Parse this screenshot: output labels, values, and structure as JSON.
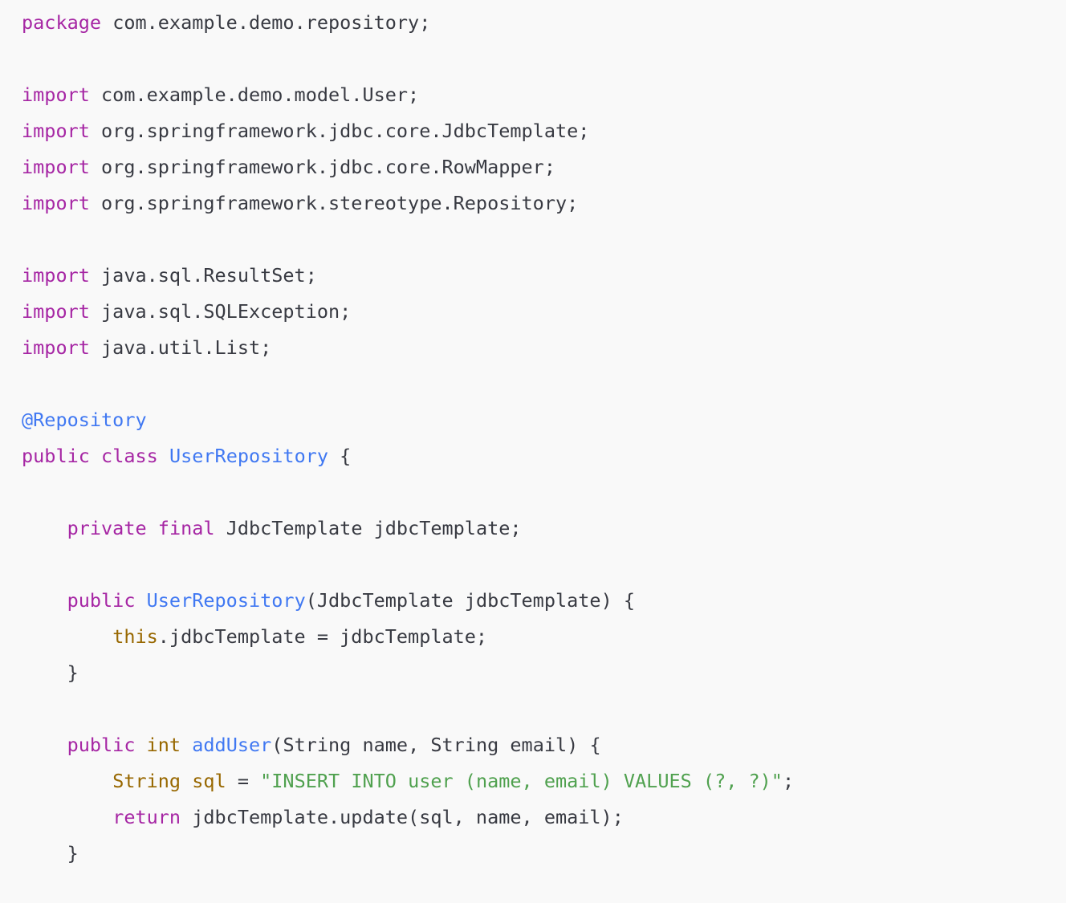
{
  "editor": {
    "language": "java",
    "colors": {
      "background": "#f9f9f9",
      "text": "#383a42",
      "keyword": "#a626a4",
      "type": "#986801",
      "title": "#4078f2",
      "meta": "#4078f2",
      "string": "#50a14f"
    },
    "lines": [
      {
        "tokens": [
          {
            "text": "package",
            "kind": "keyword"
          },
          {
            "text": " com.example.demo.repository;",
            "kind": "plain"
          }
        ]
      },
      {
        "tokens": []
      },
      {
        "tokens": [
          {
            "text": "import",
            "kind": "keyword"
          },
          {
            "text": " com.example.demo.model.User;",
            "kind": "plain"
          }
        ]
      },
      {
        "tokens": [
          {
            "text": "import",
            "kind": "keyword"
          },
          {
            "text": " org.springframework.jdbc.core.JdbcTemplate;",
            "kind": "plain"
          }
        ]
      },
      {
        "tokens": [
          {
            "text": "import",
            "kind": "keyword"
          },
          {
            "text": " org.springframework.jdbc.core.RowMapper;",
            "kind": "plain"
          }
        ]
      },
      {
        "tokens": [
          {
            "text": "import",
            "kind": "keyword"
          },
          {
            "text": " org.springframework.stereotype.Repository;",
            "kind": "plain"
          }
        ]
      },
      {
        "tokens": []
      },
      {
        "tokens": [
          {
            "text": "import",
            "kind": "keyword"
          },
          {
            "text": " java.sql.ResultSet;",
            "kind": "plain"
          }
        ]
      },
      {
        "tokens": [
          {
            "text": "import",
            "kind": "keyword"
          },
          {
            "text": " java.sql.SQLException;",
            "kind": "plain"
          }
        ]
      },
      {
        "tokens": [
          {
            "text": "import",
            "kind": "keyword"
          },
          {
            "text": " java.util.List;",
            "kind": "plain"
          }
        ]
      },
      {
        "tokens": []
      },
      {
        "tokens": [
          {
            "text": "@Repository",
            "kind": "meta"
          }
        ]
      },
      {
        "tokens": [
          {
            "text": "public",
            "kind": "keyword"
          },
          {
            "text": " ",
            "kind": "plain"
          },
          {
            "text": "class",
            "kind": "keyword"
          },
          {
            "text": " ",
            "kind": "plain"
          },
          {
            "text": "UserRepository",
            "kind": "title"
          },
          {
            "text": " {",
            "kind": "plain"
          }
        ]
      },
      {
        "tokens": []
      },
      {
        "tokens": [
          {
            "text": "    ",
            "kind": "plain"
          },
          {
            "text": "private",
            "kind": "keyword"
          },
          {
            "text": " ",
            "kind": "plain"
          },
          {
            "text": "final",
            "kind": "keyword"
          },
          {
            "text": " JdbcTemplate jdbcTemplate;",
            "kind": "plain"
          }
        ]
      },
      {
        "tokens": []
      },
      {
        "tokens": [
          {
            "text": "    ",
            "kind": "plain"
          },
          {
            "text": "public",
            "kind": "keyword"
          },
          {
            "text": " ",
            "kind": "plain"
          },
          {
            "text": "UserRepository",
            "kind": "title"
          },
          {
            "text": "(JdbcTemplate jdbcTemplate) {",
            "kind": "plain"
          }
        ]
      },
      {
        "tokens": [
          {
            "text": "        ",
            "kind": "plain"
          },
          {
            "text": "this",
            "kind": "type"
          },
          {
            "text": ".jdbcTemplate = jdbcTemplate;",
            "kind": "plain"
          }
        ]
      },
      {
        "tokens": [
          {
            "text": "    }",
            "kind": "plain"
          }
        ]
      },
      {
        "tokens": []
      },
      {
        "tokens": [
          {
            "text": "    ",
            "kind": "plain"
          },
          {
            "text": "public",
            "kind": "keyword"
          },
          {
            "text": " ",
            "kind": "plain"
          },
          {
            "text": "int",
            "kind": "type"
          },
          {
            "text": " ",
            "kind": "plain"
          },
          {
            "text": "addUser",
            "kind": "title"
          },
          {
            "text": "(String name, String email) {",
            "kind": "plain"
          }
        ]
      },
      {
        "tokens": [
          {
            "text": "        ",
            "kind": "plain"
          },
          {
            "text": "String",
            "kind": "type"
          },
          {
            "text": " ",
            "kind": "plain"
          },
          {
            "text": "sql",
            "kind": "type"
          },
          {
            "text": " = ",
            "kind": "plain"
          },
          {
            "text": "\"INSERT INTO user (name, email) VALUES (?, ?)\"",
            "kind": "string"
          },
          {
            "text": ";",
            "kind": "plain"
          }
        ]
      },
      {
        "tokens": [
          {
            "text": "        ",
            "kind": "plain"
          },
          {
            "text": "return",
            "kind": "keyword"
          },
          {
            "text": " jdbcTemplate.update(sql, name, email);",
            "kind": "plain"
          }
        ]
      },
      {
        "tokens": [
          {
            "text": "    }",
            "kind": "plain"
          }
        ]
      }
    ]
  }
}
